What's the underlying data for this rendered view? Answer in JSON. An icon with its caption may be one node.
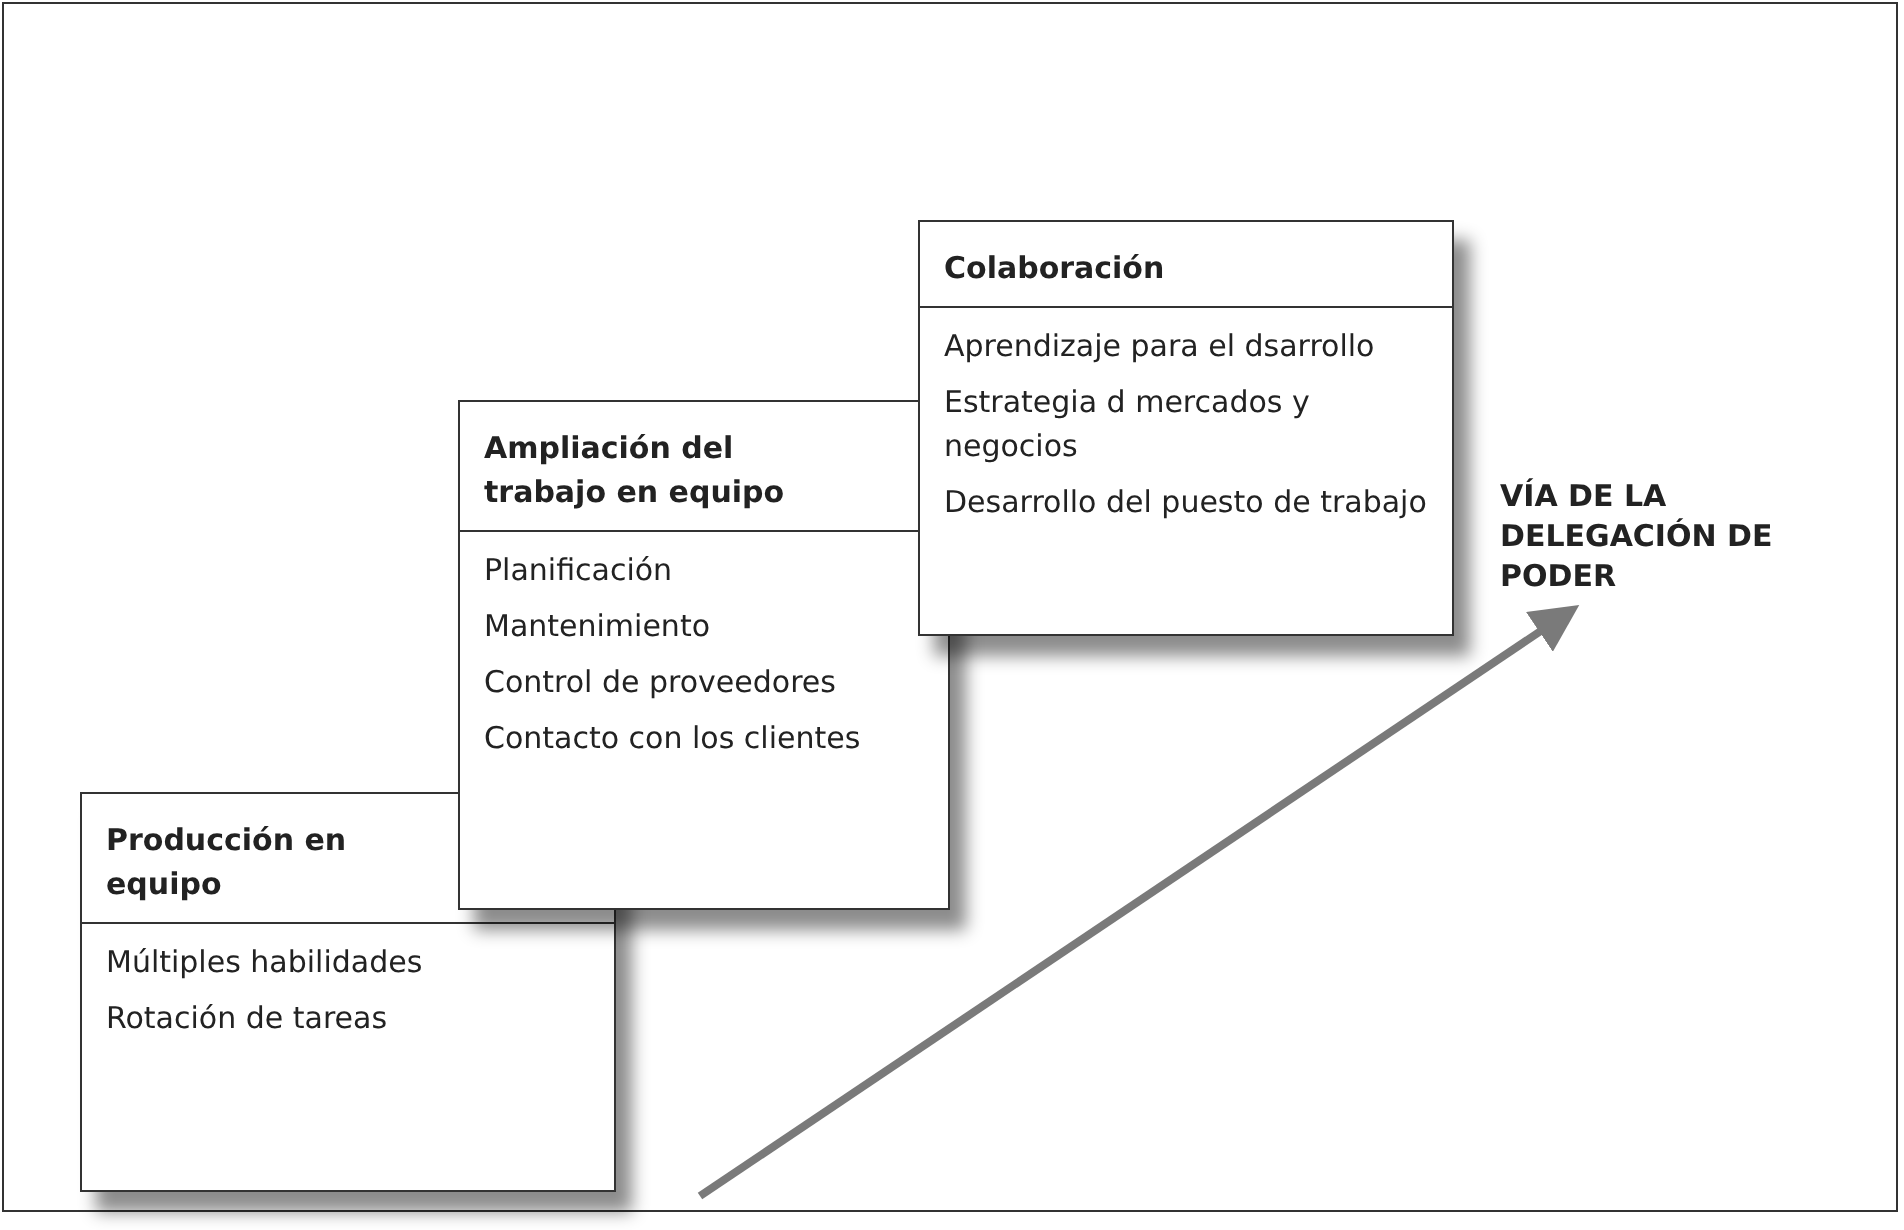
{
  "diagram": {
    "nodes": [
      {
        "text": [
          "Producción en equipo",
          "Múltiples habilidades",
          "Rotación de tareas"
        ]
      },
      {
        "text": [
          "Ampliación del trabajo en equipo",
          "Planificación",
          "Mantenimiento",
          "Control de proveedores",
          "Contacto con los clientes"
        ]
      },
      {
        "text": [
          "Colaboración",
          "Aprendizaje para el dsarrollo",
          "Estrategia d mercados y negocios",
          "Desarrollo del puesto de trabajo"
        ]
      }
    ],
    "edges": [],
    "labels": [
      "VÍA DE LA DELEGACIÓN DE PODER"
    ]
  }
}
